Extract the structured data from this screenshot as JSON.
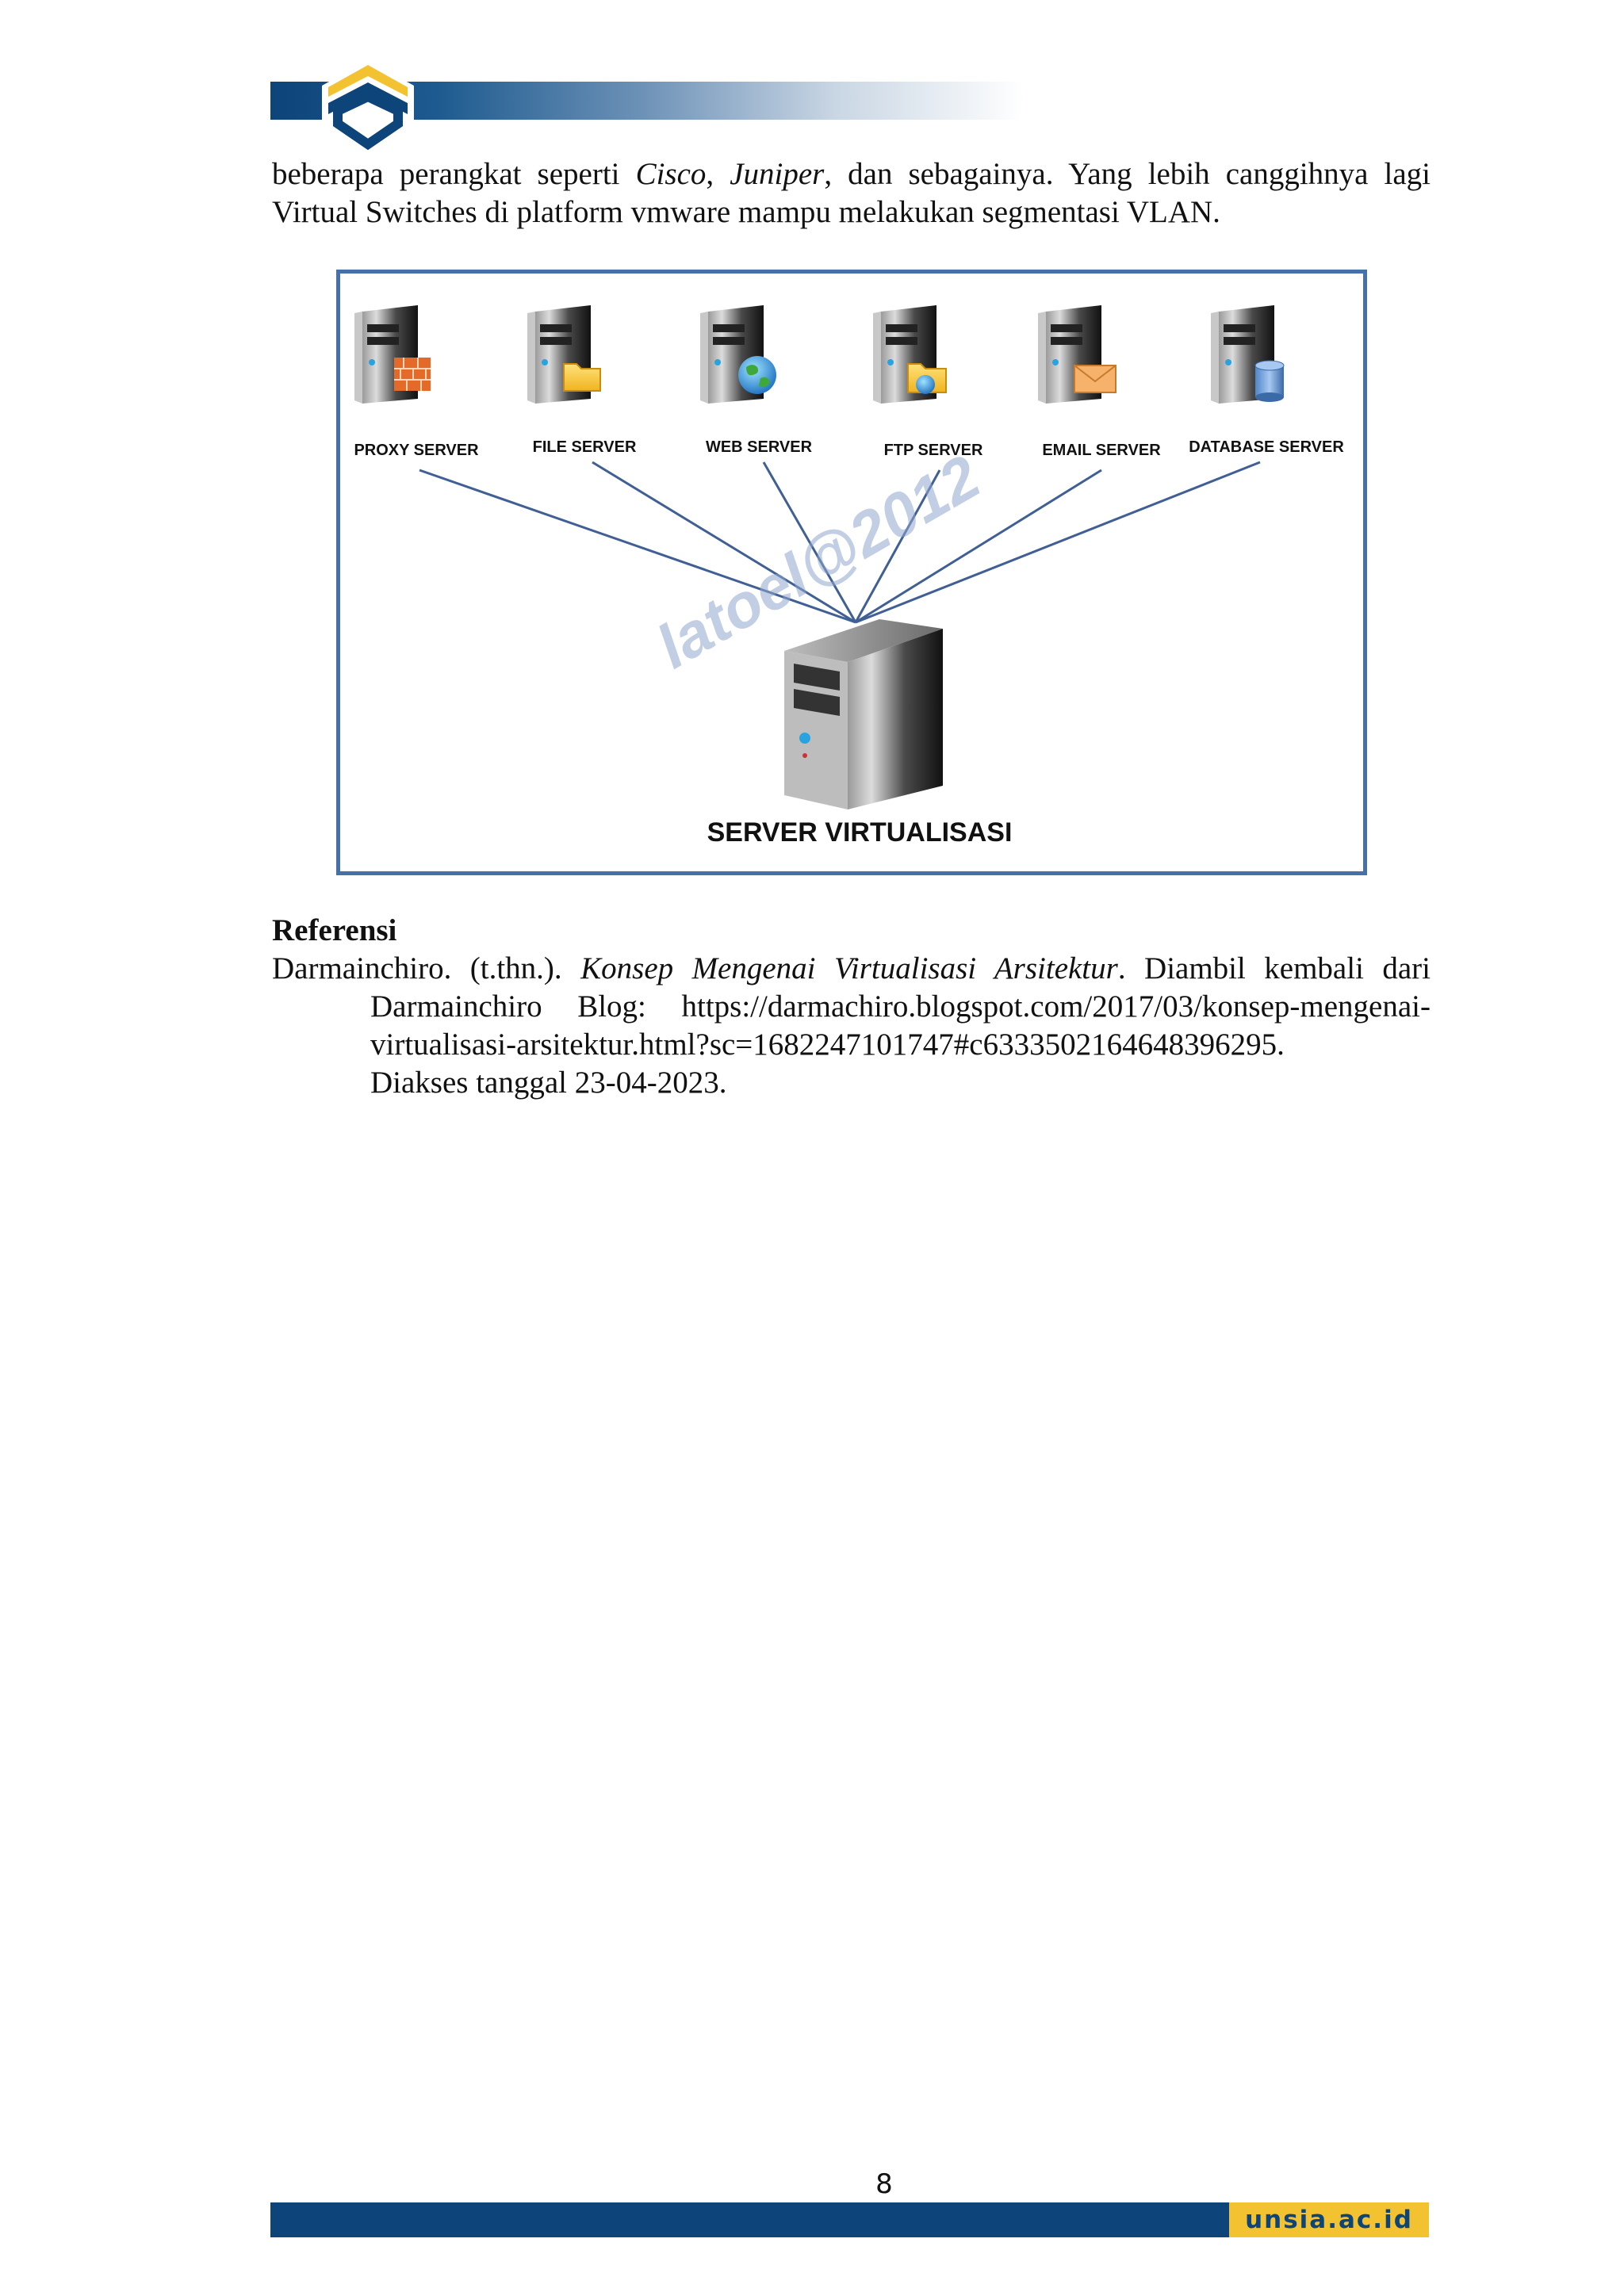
{
  "header": {
    "logo_icon": "unsia-logo-icon",
    "brand_color": "#0d4479"
  },
  "paragraph": {
    "line1_part1": "beberapa perangkat seperti ",
    "cisco": "Cisco",
    "comma": ", ",
    "juniper_italic": "Juniper",
    "line1_part2": ", dan sebagainya. Yang lebih canggihnya lagi",
    "line2": "Virtual Switches di platform vmware mampu melakukan segmentasi VLAN."
  },
  "figure": {
    "border_color": "#4670a9",
    "servers": [
      {
        "label": "PROXY SERVER",
        "icon": "firewall-icon"
      },
      {
        "label": "FILE SERVER",
        "icon": "folder-icon"
      },
      {
        "label": "WEB SERVER",
        "icon": "globe-icon"
      },
      {
        "label": "FTP SERVER",
        "icon": "folder-globe-icon"
      },
      {
        "label": "EMAIL SERVER",
        "icon": "envelope-icon"
      },
      {
        "label": "DATABASE SERVER",
        "icon": "database-icon"
      }
    ],
    "main_server_label": "SERVER VIRTUALISASI",
    "watermark": "latoel@2012"
  },
  "references": {
    "title": "Referensi",
    "author": "Darmainchiro. (t.thn.). ",
    "work_title": "Konsep Mengenai Virtualisasi Arsitektur",
    "after_title": ". Diambil kembali dari",
    "line2": "Darmainchiro Blog: https://darmachiro.blogspot.com/2017/03/konsep-mengenai-",
    "line3": "virtualisasi-arsitektur.html?sc=1682247101747#c6333502164648396295.",
    "line4": "Diakses tanggal 23-04-2023."
  },
  "footer": {
    "page_number": "8",
    "url": "unsia.ac.id"
  }
}
